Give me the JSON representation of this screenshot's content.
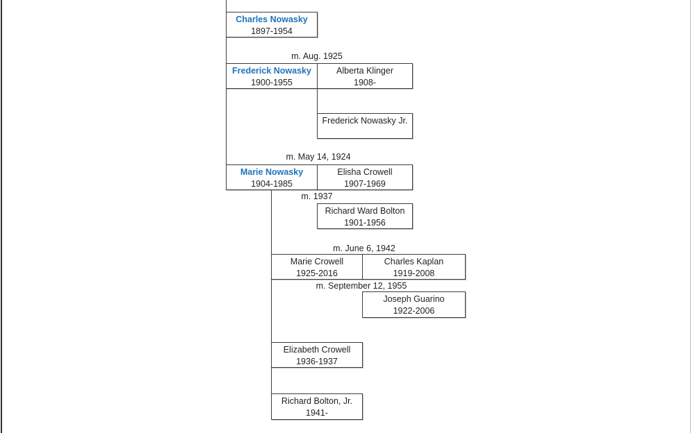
{
  "colors": {
    "accent": "#2173bc",
    "text": "#1f1f1f",
    "border": "#3d3d3d",
    "edge_left": "#2e2e2e",
    "edge_right": "#bdbdbd"
  },
  "tree": {
    "people": [
      {
        "name": "Charles Nowasky",
        "dates": "1897-1954",
        "name_class": "pname accent"
      },
      {
        "name": "Frederick Nowasky",
        "dates": "1900-1955",
        "name_class": "pname accent"
      },
      {
        "name": "Alberta Klinger",
        "dates": "1908-",
        "name_class": "pname"
      },
      {
        "name": "Frederick Nowasky Jr.",
        "dates": "",
        "name_class": "pname"
      },
      {
        "name": "Marie Nowasky",
        "dates": "1904-1985",
        "name_class": "pname accent"
      },
      {
        "name": "Elisha Crowell",
        "dates": "1907-1969",
        "name_class": "pname"
      },
      {
        "name": "Richard Ward Bolton",
        "dates": "1901-1956",
        "name_class": "pname"
      },
      {
        "name": "Marie Crowell",
        "dates": "1925-2016",
        "name_class": "pname"
      },
      {
        "name": "Charles Kaplan",
        "dates": "1919-2008",
        "name_class": "pname"
      },
      {
        "name": "Joseph Guarino",
        "dates": "1922-2006",
        "name_class": "pname"
      },
      {
        "name": "Elizabeth Crowell",
        "dates": "1936-1937",
        "name_class": "pname"
      },
      {
        "name": "Richard Bolton, Jr.",
        "dates": "1941-",
        "name_class": "pname"
      }
    ],
    "marriages": [
      {
        "label": "m. Aug. 1925"
      },
      {
        "label": "m. May 14, 1924"
      },
      {
        "label": "m. 1937"
      },
      {
        "label": "m. June 6, 1942"
      },
      {
        "label": "m. September 12, 1955"
      }
    ]
  }
}
